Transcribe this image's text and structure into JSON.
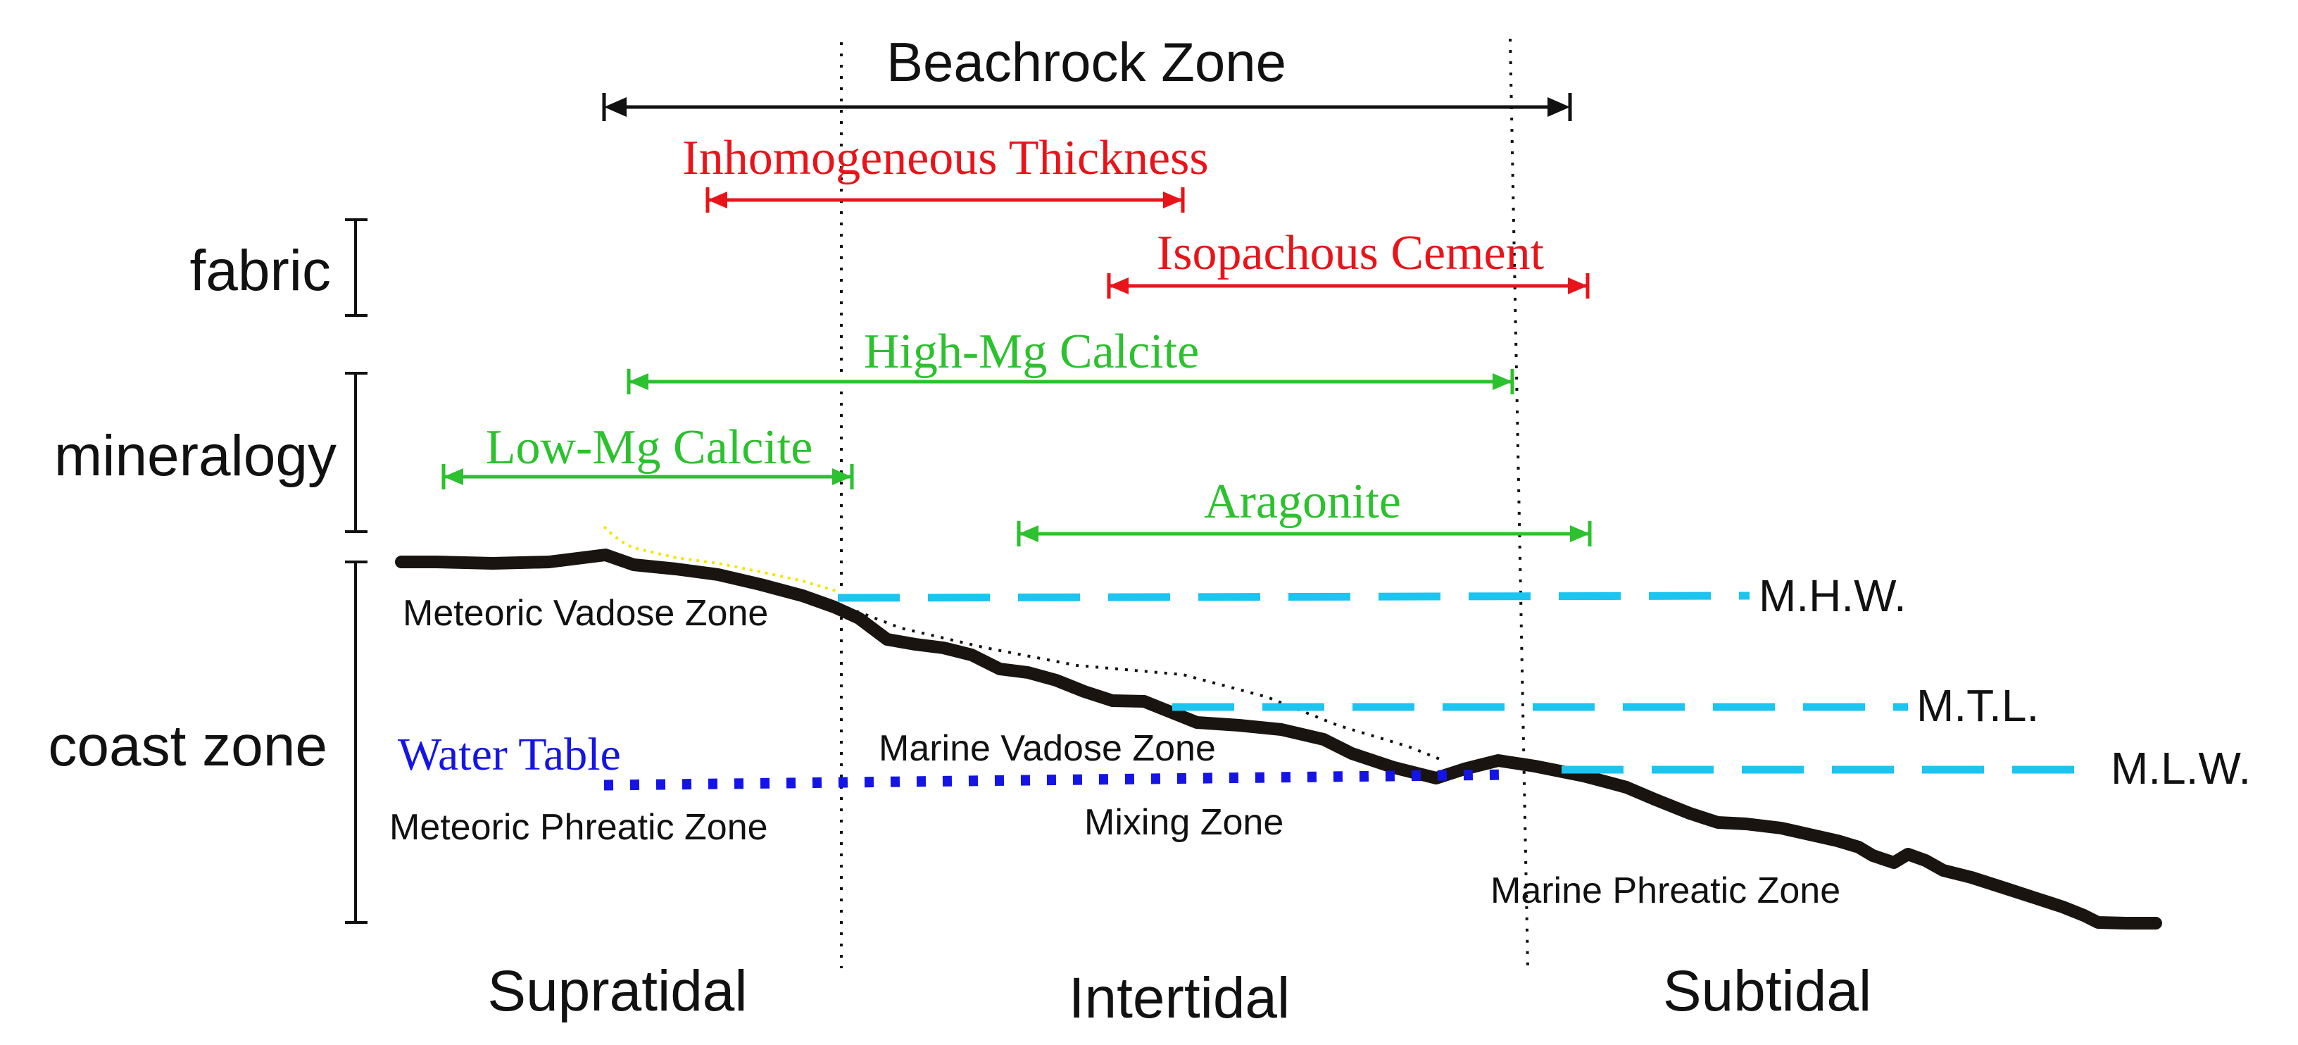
{
  "colors": {
    "black": "#111111",
    "red": "#e8141a",
    "green": "#2cc12e",
    "cyan": "#1cc4f0",
    "blue": "#1414e6",
    "yellow": "#f2e600",
    "ground": "#1a1411"
  },
  "top": {
    "beachrock_zone": "Beachrock Zone"
  },
  "categories": {
    "fabric": "fabric",
    "mineralogy": "mineralogy",
    "coast_zone": "coast zone"
  },
  "fabric": {
    "inhomogeneous_thickness": "Inhomogeneous Thickness",
    "isopachous_cement": "Isopachous Cement"
  },
  "mineralogy": {
    "high_mg_calcite": "High-Mg Calcite",
    "low_mg_calcite": "Low-Mg Calcite",
    "aragonite": "Aragonite"
  },
  "tide_levels": {
    "mhw": "M.H.W.",
    "mtl": "M.T.L.",
    "mlw": "M.L.W."
  },
  "zones": {
    "meteoric_vadose": "Meteoric Vadose Zone",
    "water_table": "Water Table",
    "meteoric_phreatic": "Meteoric Phreatic Zone",
    "marine_vadose": "Marine Vadose Zone",
    "mixing": "Mixing Zone",
    "marine_phreatic": "Marine Phreatic Zone"
  },
  "bottom": {
    "supratidal": "Supratidal",
    "intertidal": "Intertidal",
    "subtidal": "Subtidal"
  }
}
